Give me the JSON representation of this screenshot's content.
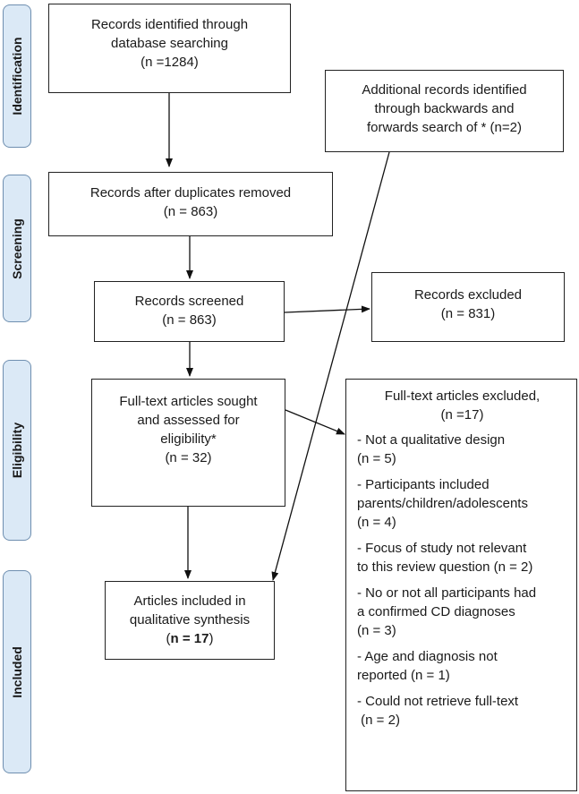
{
  "stages": {
    "identification": "Identification",
    "screening": "Screening",
    "eligibility": "Eligibility",
    "included": "Included"
  },
  "boxes": {
    "identified": [
      "Records identified through",
      "database searching",
      "(n =1284)"
    ],
    "additional": [
      "Additional records identified",
      "through backwards and",
      "forwards search of * (n=2)"
    ],
    "after_duplicates": [
      "Records after duplicates removed",
      "(n = 863)"
    ],
    "screened": [
      "Records screened",
      "(n = 863)"
    ],
    "excluded": [
      "Records excluded",
      "(n = 831)"
    ],
    "fulltext": [
      "Full-text articles sought",
      "and assessed for",
      "eligibility*",
      "(n = 32)"
    ],
    "included": {
      "line1": "Articles included in",
      "line2": "qualitative synthesis",
      "open": "(",
      "count": "n = 17",
      "close": ")"
    }
  },
  "fulltext_excluded": {
    "title": "Full-text articles excluded,",
    "count": "(n =17)",
    "reasons": [
      [
        "- Not a qualitative design",
        "(n = 5)"
      ],
      [
        "- Participants included",
        "parents/children/adolescents",
        "(n = 4)"
      ],
      [
        "-  Focus of study not relevant",
        "to this review question (n = 2)"
      ],
      [
        "- No or not all participants had",
        "a confirmed CD diagnoses",
        "(n = 3)"
      ],
      [
        "- Age and diagnosis not",
        "reported (n = 1)"
      ],
      [
        "- Could not retrieve full-text",
        " (n = 2)"
      ]
    ]
  }
}
